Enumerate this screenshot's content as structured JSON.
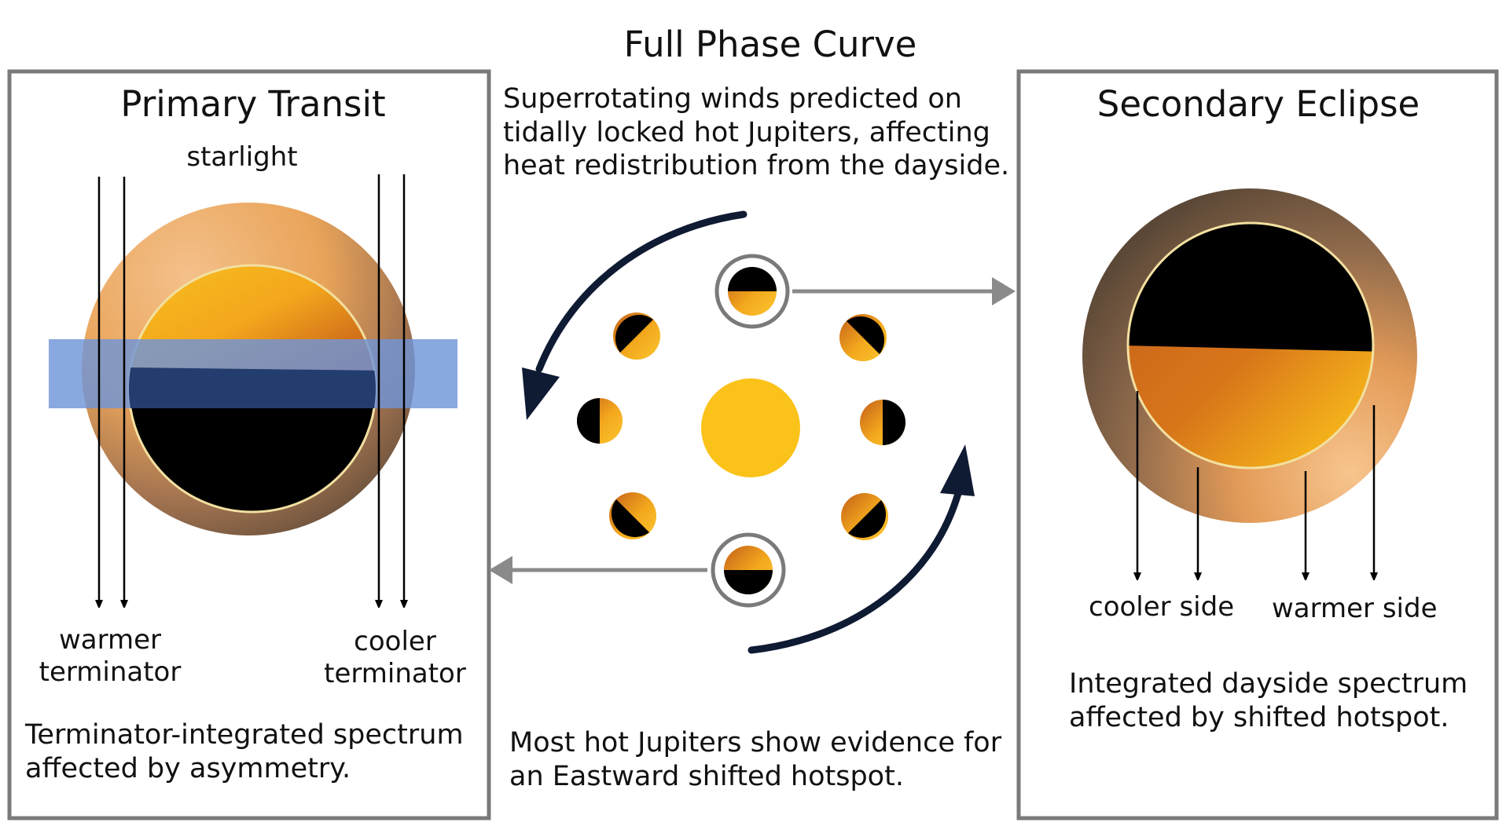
{
  "center_title": "Full Phase Curve",
  "left_panel": {
    "title": "Primary Transit",
    "starlight_label": "starlight",
    "warmer_label": [
      "warmer",
      "terminator"
    ],
    "cooler_label": [
      "cooler",
      "terminator"
    ],
    "caption": [
      "Terminator-integrated spectrum",
      "affected by asymmetry."
    ]
  },
  "right_panel": {
    "title": "Secondary Eclipse",
    "cooler_side_label": "cooler side",
    "warmer_side_label": "warmer side",
    "caption": [
      "Integrated dayside spectrum",
      "affected by shifted hotspot."
    ]
  },
  "center_text_top": [
    "Superrotating winds predicted on",
    "tidally locked hot Jupiters, affecting",
    "heat redistribution from the dayside."
  ],
  "center_text_bottom": [
    "Most hot Jupiters show evidence for",
    "an Eastward shifted hotspot."
  ],
  "colors": {
    "panel_border": "#7a7a7a",
    "star": "#fbc21a",
    "planet_orange": "#d9741a",
    "planet_yellow": "#f6b417",
    "night_side": "#000000",
    "atmosphere_light": "#e9a45a",
    "atmosphere_dark": "#6b5640",
    "transit_band": "#6f95d8",
    "wind_arrow": "#0f1a33",
    "link_arrow": "#8a8a8a"
  }
}
